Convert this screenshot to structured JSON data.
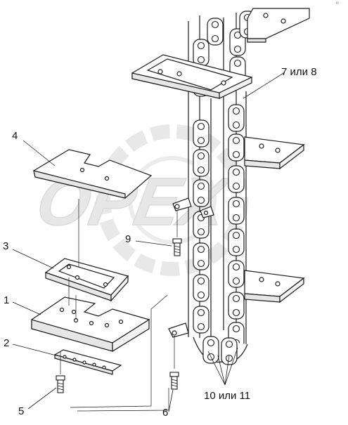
{
  "corner_mark": "²¹",
  "watermark": {
    "text": "OPEX"
  },
  "callouts": {
    "c4": "4",
    "c3": "3",
    "c1": "1",
    "c2": "2",
    "c5": "5",
    "c9": "9",
    "c6": "6",
    "c7_8": "7 или 8",
    "c10_11": "10 или 11"
  },
  "colors": {
    "line": "#1a1a1a",
    "watermark": "#d9d9d9",
    "shade": "#e6e6e6"
  }
}
